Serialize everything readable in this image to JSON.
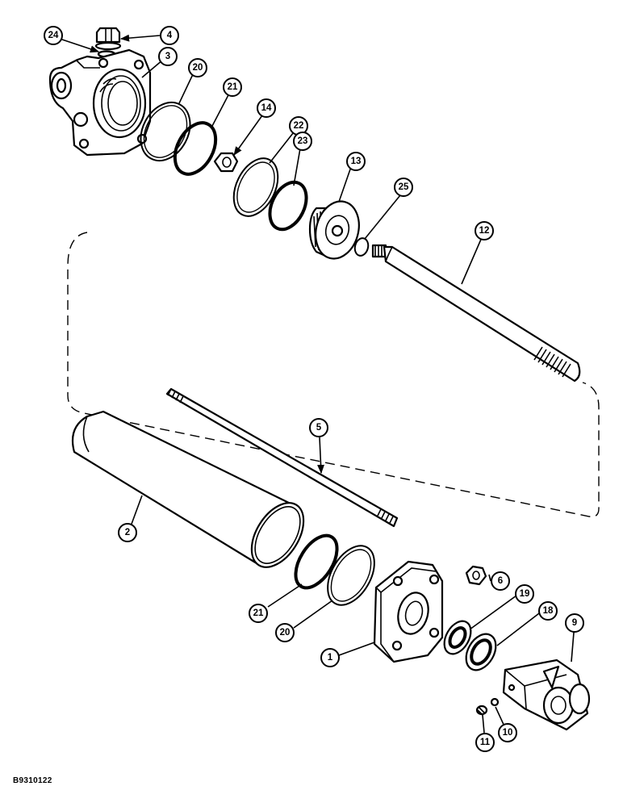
{
  "figure_code": "B9310122",
  "callouts": {
    "c24": "24",
    "c4": "4",
    "c3": "3",
    "c20a": "20",
    "c21a": "21",
    "c14": "14",
    "c22": "22",
    "c23": "23",
    "c13": "13",
    "c25": "25",
    "c12": "12",
    "c5": "5",
    "c2": "2",
    "c6": "6",
    "c19": "19",
    "c18": "18",
    "c9": "9",
    "c21b": "21",
    "c20b": "20",
    "c1": "1",
    "c11": "11",
    "c10": "10"
  }
}
